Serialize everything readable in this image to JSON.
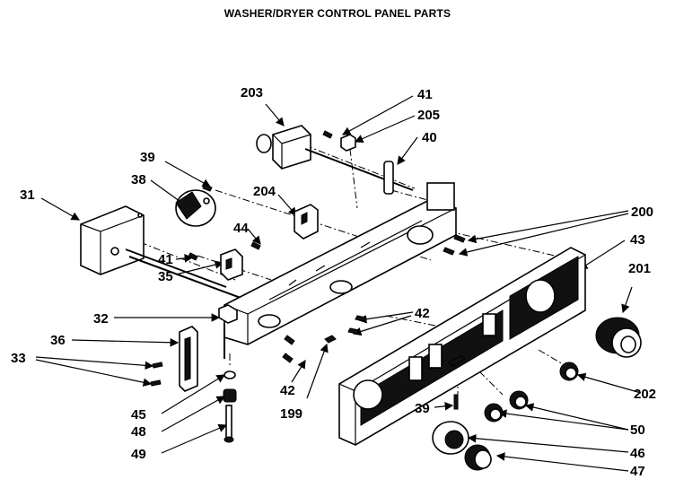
{
  "title": "WASHER/DRYER CONTROL PANEL PARTS",
  "part_labels": {
    "p203": "203",
    "p41a": "41",
    "p205": "205",
    "p40": "40",
    "p39a": "39",
    "p38": "38",
    "p204": "204",
    "p31": "31",
    "p44": "44",
    "p200": "200",
    "p43": "43",
    "p41b": "41",
    "p35": "35",
    "p32": "32",
    "p36": "36",
    "p42a": "42",
    "p201": "201",
    "p33": "33",
    "p202": "202",
    "p42b": "42",
    "p199": "199",
    "p45": "45",
    "p39b": "39",
    "p50": "50",
    "p48": "48",
    "p46": "46",
    "p49": "49",
    "p47": "47"
  }
}
